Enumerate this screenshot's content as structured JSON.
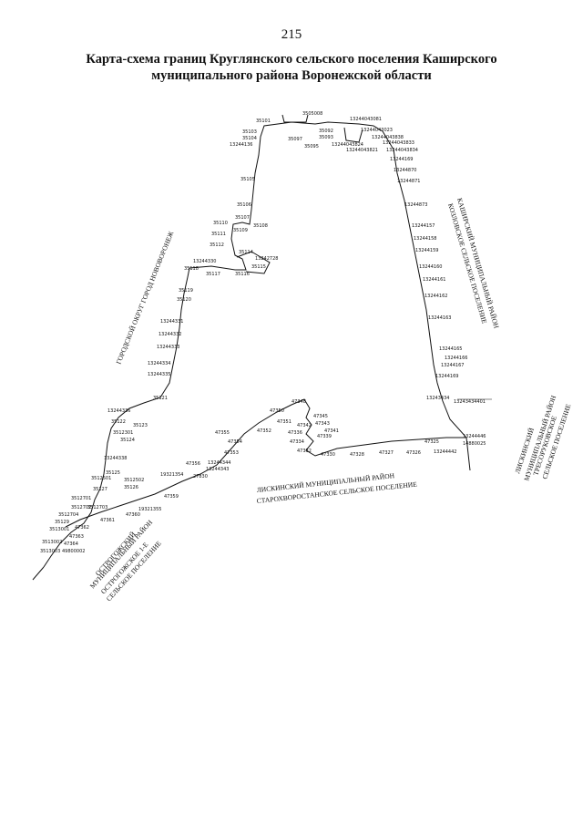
{
  "page_number": "215",
  "title": {
    "line1": "Карта-схема границ Круглянского сельского поселения Каширского",
    "line2": "муниципального района Воронежской области"
  },
  "regions": {
    "gorodskoy_okrug": "ГОРОДСКОЙ ОКРУГ ГОРОД НОВОВОРОНЕЖ",
    "kashirsky_1": "КАШИРСКИЙ МУНИЦИПАЛЬНЫЙ РАЙОН",
    "kashirsky_2": "КОЗЛОВСКОЕ СЕЛЬСКОЕ ПОСЕЛЕНИЕ",
    "liskinsky_east_1": "ЛИСКИНСКИЙ",
    "liskinsky_east_2": "МУНИЦИПАЛЬНЫЙ РАЙОН",
    "liskinsky_east_3": "ТРЕСОРУКОВСКОЕ",
    "liskinsky_east_4": "СЕЛЬСКОЕ ПОСЕЛЕНИЕ",
    "liskinsky_south_1": "ЛИСКИНСКИЙ МУНИЦИПАЛЬНЫЙ РАЙОН",
    "liskinsky_south_2": "СТАРОХВОРОСТАНСКОЕ СЕЛЬСКОЕ ПОСЕЛЕНИЕ",
    "ostrogozhsky_1": "ОСТРОГОЖСКИЙ",
    "ostrogozhsky_2": "МУНИЦИПАЛЬНЫЙ РАЙОН",
    "ostrogozhsky_3": "ОСТРОГОЖСКОЕ 1-Е",
    "ostrogozhsky_4": "СЕЛЬСКОЕ ПОСЕЛЕНИЕ"
  },
  "point_labels": [
    "35101",
    "3505008",
    "13244043081",
    "35103",
    "35104",
    "13244136",
    "35092",
    "35093",
    "35097",
    "35095",
    "13244043023",
    "13244043838",
    "13244043833",
    "13244043824",
    "13244043821",
    "13244043834",
    "13244169",
    "13244870",
    "13244871",
    "13244873",
    "13244157",
    "13244158",
    "13244159",
    "13244160",
    "13244161",
    "13244162",
    "13244163",
    "13244165",
    "13244166",
    "13244167",
    "13244169",
    "13243434",
    "13243434401",
    "13244446",
    "14880025",
    "35105",
    "35106",
    "35107",
    "35108",
    "35109",
    "35110",
    "35111",
    "35112",
    "35114",
    "13242728",
    "35115",
    "35116",
    "35117",
    "35118",
    "13244330",
    "35119",
    "35120",
    "13244331",
    "13244332",
    "13244333",
    "13244334",
    "13244335",
    "35121",
    "13244336",
    "35122",
    "35123",
    "35124",
    "3512301",
    "13244338",
    "35125",
    "3512501",
    "3512502",
    "35126",
    "35127",
    "3512701",
    "3512702",
    "3512703",
    "3512704",
    "35129",
    "3513001",
    "3513002",
    "3513003",
    "49800002",
    "47348",
    "47350",
    "47345",
    "47351",
    "47343",
    "47342",
    "47341",
    "47352",
    "47336",
    "47339",
    "47353",
    "47334",
    "47332",
    "47354",
    "47330",
    "47328",
    "47327",
    "47326",
    "13244442",
    "47325",
    "47355",
    "13244344",
    "13244343",
    "47356",
    "19321354",
    "27830",
    "47359",
    "19321355",
    "47360",
    "47361",
    "47362",
    "47363",
    "47364"
  ]
}
